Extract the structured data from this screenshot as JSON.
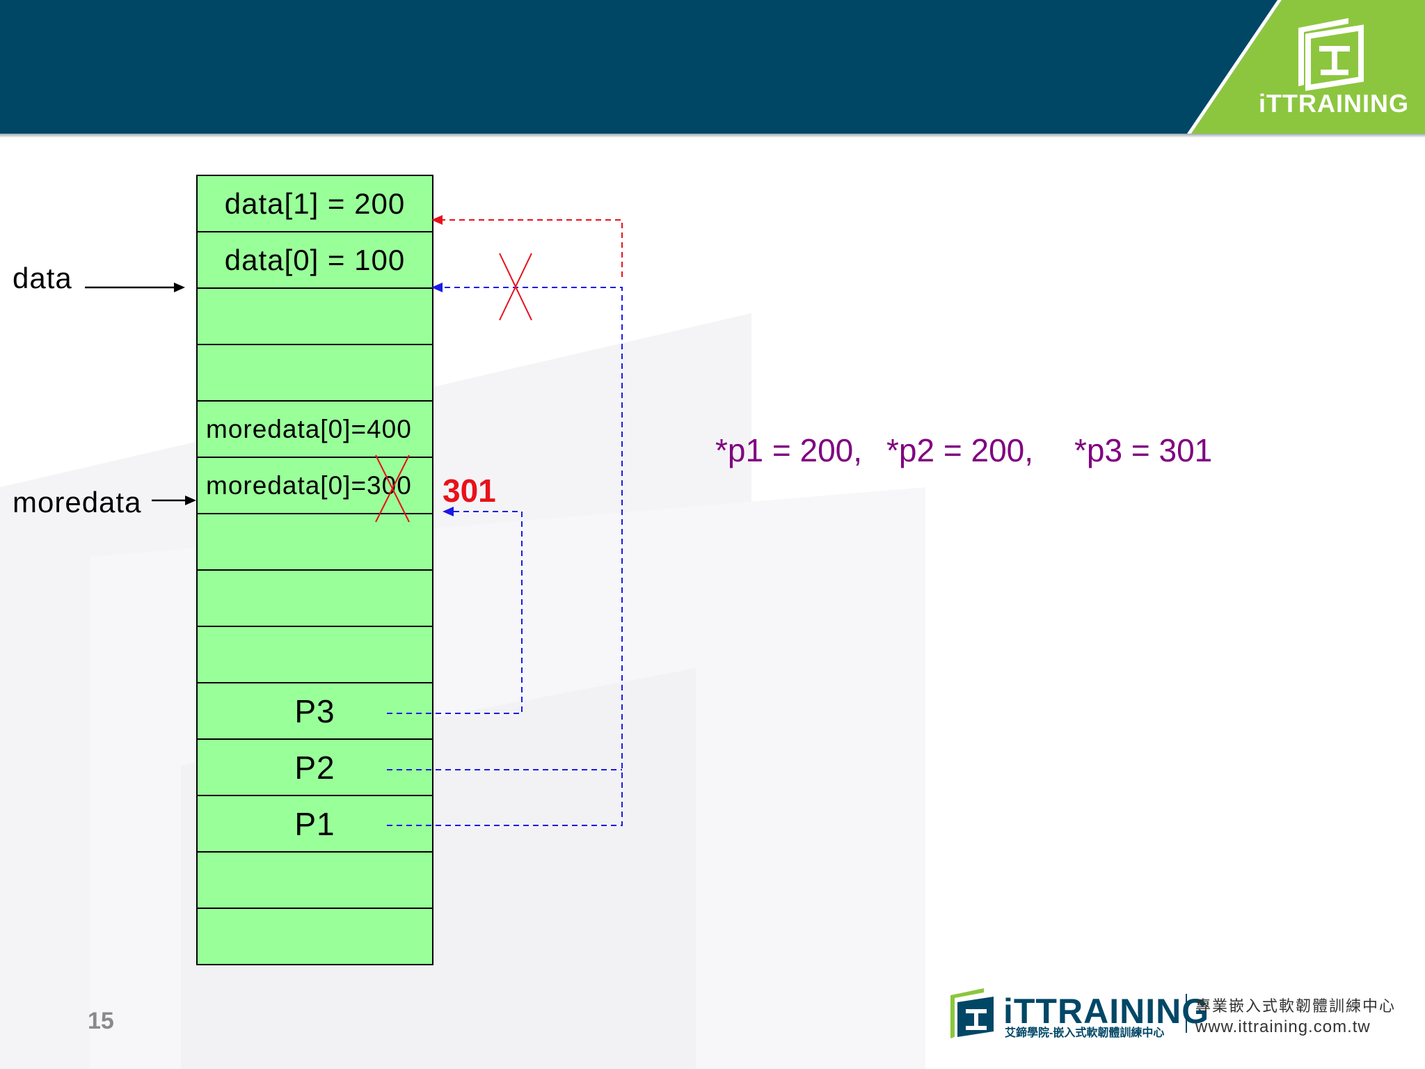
{
  "header": {
    "brand_name": "iTTRAINING",
    "colors": {
      "bar": "#004766",
      "wedge": "#8cc63f"
    }
  },
  "memory": {
    "cells": [
      "data[1] = 200",
      "data[0] = 100",
      "",
      "",
      "moredata[0]=400",
      "moredata[0]=300",
      "",
      "",
      "",
      "P3",
      "P2",
      "P1",
      "",
      ""
    ],
    "cell_color": "#99ff99"
  },
  "labels": {
    "data": "data",
    "moredata": "moredata"
  },
  "annotation": {
    "new_value": "301",
    "color": "#e8111b"
  },
  "deref": {
    "p1": "*p1 = 200,",
    "p2": "*p2 = 200,",
    "p3": "*p3 = 301",
    "color": "#800080"
  },
  "footer": {
    "page_number": "15",
    "brand": "iTTRAINING",
    "brand_sub": "艾鍗學院-嵌入式軟韌體訓練中心",
    "tagline": "專業嵌入式軟韌體訓練中心",
    "url": "www.ittraining.com.tw"
  },
  "icons": [
    "ittraining-logo-icon",
    "arrow-icon",
    "cross-out-icon"
  ]
}
